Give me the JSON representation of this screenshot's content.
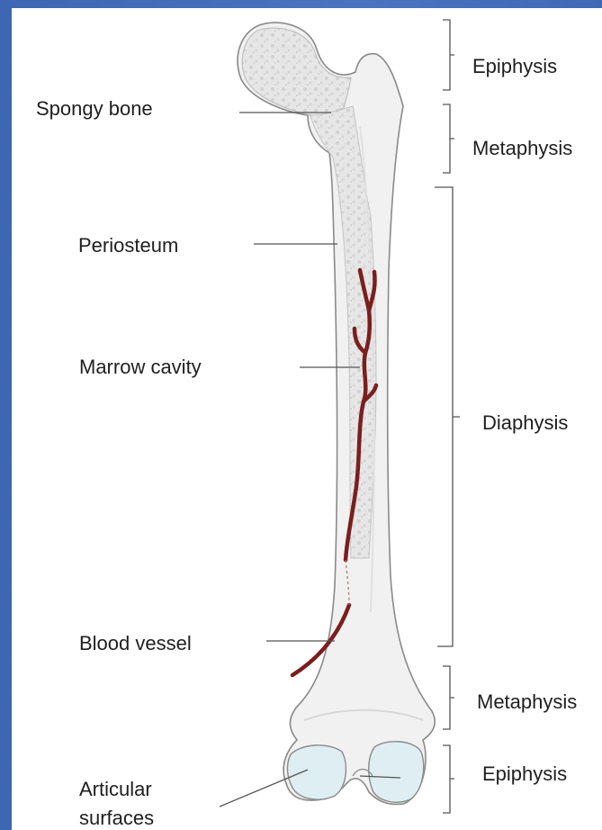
{
  "labels": {
    "spongy_bone": "Spongy bone",
    "periosteum": "Periosteum",
    "marrow_cavity": "Marrow cavity",
    "blood_vessel": "Blood vessel",
    "articular_line1": "Articular",
    "articular_line2": "surfaces",
    "epiphysis_top": "Epiphysis",
    "metaphysis_top": "Metaphysis",
    "diaphysis": "Diaphysis",
    "metaphysis_bottom": "Metaphysis",
    "epiphysis_bottom": "Epiphysis"
  },
  "colors": {
    "background": "#4a74c0",
    "bone_fill": "#f1f1f1",
    "spongy_fill": "#e4e4e4",
    "articular_fill": "#dfeef2",
    "vessel": "#7a1e1e",
    "line": "#555555"
  }
}
